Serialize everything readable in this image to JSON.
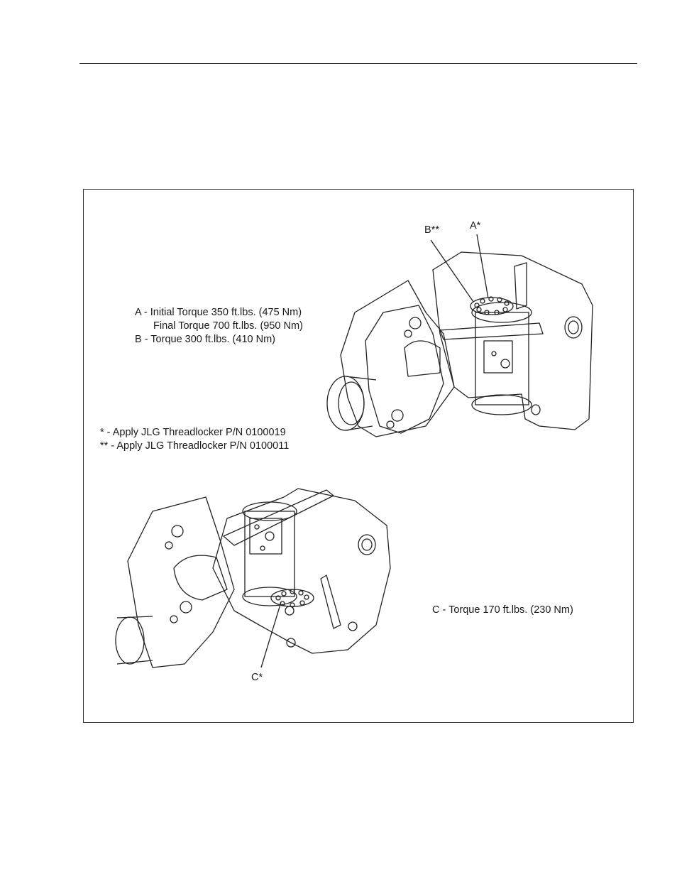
{
  "labels": {
    "a_line1": "A - Initial Torque 350 ft.lbs. (475 Nm)",
    "a_line2": "Final Torque 700 ft.lbs. (950 Nm)",
    "b_line": "B - Torque 300 ft.lbs. (410 Nm)",
    "note1": "* - Apply JLG Threadlocker P/N 0100019",
    "note2": "** - Apply JLG Threadlocker P/N 0100011",
    "c_line": "C - Torque 170 ft.lbs. (230 Nm)"
  },
  "callouts": {
    "b": "B**",
    "a": "A*",
    "c": "C*"
  }
}
